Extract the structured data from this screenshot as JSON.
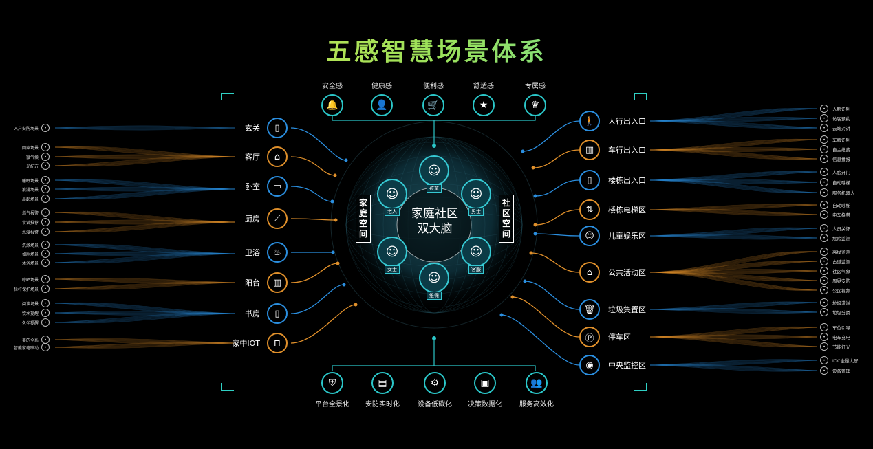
{
  "title": "五感智慧场景体系",
  "top_senses": [
    {
      "label": "安全感",
      "icon": "bell-icon",
      "glyph": "🔔"
    },
    {
      "label": "健康感",
      "icon": "person-icon",
      "glyph": "👤"
    },
    {
      "label": "便利感",
      "icon": "cart-icon",
      "glyph": "🛒"
    },
    {
      "label": "舒适感",
      "icon": "star-icon",
      "glyph": "★"
    },
    {
      "label": "专属感",
      "icon": "crown-icon",
      "glyph": "♛"
    }
  ],
  "bottom_pillars": [
    {
      "label": "平台全景化",
      "icon": "shield-icon",
      "glyph": "⛨"
    },
    {
      "label": "安防实时化",
      "icon": "document-icon",
      "glyph": "▤"
    },
    {
      "label": "设备低碳化",
      "icon": "gear-icon",
      "glyph": "⚙"
    },
    {
      "label": "决策数据化",
      "icon": "monitor-icon",
      "glyph": "▣"
    },
    {
      "label": "服务高效化",
      "icon": "people-icon",
      "glyph": "👥"
    }
  ],
  "center": {
    "line1": "家庭社区",
    "line2": "双大脑",
    "left_label": "家庭空间",
    "right_label": "社区空间"
  },
  "personas": [
    {
      "label": "孩童",
      "glyph": "☺"
    },
    {
      "label": "老人",
      "glyph": "☺"
    },
    {
      "label": "男士",
      "glyph": "☺"
    },
    {
      "label": "女士",
      "glyph": "☺"
    },
    {
      "label": "客服",
      "glyph": "☺"
    },
    {
      "label": "维保",
      "glyph": "☺"
    }
  ],
  "home_rooms": [
    {
      "label": "玄关",
      "icon": "door-icon",
      "glyph": "▯",
      "color": "#2b8fe0"
    },
    {
      "label": "客厅",
      "icon": "sofa-icon",
      "glyph": "⌂",
      "color": "#e0902b"
    },
    {
      "label": "卧室",
      "icon": "bed-icon",
      "glyph": "▭",
      "color": "#2b8fe0"
    },
    {
      "label": "厨房",
      "icon": "knife-icon",
      "glyph": "⟋",
      "color": "#e0902b"
    },
    {
      "label": "卫浴",
      "icon": "shower-icon",
      "glyph": "♨",
      "color": "#2b8fe0"
    },
    {
      "label": "阳台",
      "icon": "fence-icon",
      "glyph": "▥",
      "color": "#e0902b"
    },
    {
      "label": "书房",
      "icon": "book-icon",
      "glyph": "▯",
      "color": "#2b8fe0"
    },
    {
      "label": "家中IOT",
      "icon": "robot-icon",
      "glyph": "⊓",
      "color": "#e0902b"
    }
  ],
  "community_areas": [
    {
      "label": "人行出入口",
      "icon": "walker-icon",
      "glyph": "🚶"
    },
    {
      "label": "车行出入口",
      "icon": "gate-icon",
      "glyph": "▥"
    },
    {
      "label": "楼栋出入口",
      "icon": "door-icon",
      "glyph": "▯"
    },
    {
      "label": "楼栋电梯区",
      "icon": "elevator-icon",
      "glyph": "⇅"
    },
    {
      "label": "儿童娱乐区",
      "icon": "child-icon",
      "glyph": "☺"
    },
    {
      "label": "公共活动区",
      "icon": "building-icon",
      "glyph": "⌂"
    },
    {
      "label": "垃圾集置区",
      "icon": "trash-icon",
      "glyph": "🗑"
    },
    {
      "label": "停车区",
      "icon": "parking-icon",
      "glyph": "Ⓟ"
    },
    {
      "label": "中央监控区",
      "icon": "camera-icon",
      "glyph": "◉"
    }
  ],
  "left_features": [
    {
      "label": "入户安防场景",
      "color": "#2b8fe0"
    },
    {
      "label": "回家场景",
      "color": "#e0902b"
    },
    {
      "label": "微气候",
      "color": "#e0902b"
    },
    {
      "label": "光配方",
      "color": "#e0902b"
    },
    {
      "label": "睡眠场景",
      "color": "#2b8fe0"
    },
    {
      "label": "浪漫场景",
      "color": "#2b8fe0"
    },
    {
      "label": "晨起场景",
      "color": "#2b8fe0"
    },
    {
      "label": "燃气报警",
      "color": "#e0902b"
    },
    {
      "label": "食谱推荐",
      "color": "#e0902b"
    },
    {
      "label": "水浸报警",
      "color": "#e0902b"
    },
    {
      "label": "洗漱场景",
      "color": "#2b8fe0"
    },
    {
      "label": "如厕场景",
      "color": "#2b8fe0"
    },
    {
      "label": "沐浴场景",
      "color": "#2b8fe0"
    },
    {
      "label": "晾晒场景",
      "color": "#e0902b"
    },
    {
      "label": "栏杆保护场景",
      "color": "#e0902b"
    },
    {
      "label": "阅读场景",
      "color": "#2b8fe0"
    },
    {
      "label": "饮水提醒",
      "color": "#2b8fe0"
    },
    {
      "label": "久坐提醒",
      "color": "#2b8fe0"
    },
    {
      "label": "美的全系",
      "color": "#e0902b"
    },
    {
      "label": "智能家电联动",
      "color": "#e0902b"
    }
  ],
  "right_features": [
    {
      "label": "人脸识别"
    },
    {
      "label": "访客预约"
    },
    {
      "label": "云端对讲"
    },
    {
      "label": "车牌识别"
    },
    {
      "label": "自主缴费"
    },
    {
      "label": "信息播报"
    },
    {
      "label": "人脸开门"
    },
    {
      "label": "自动呼梯"
    },
    {
      "label": "服务机器人"
    },
    {
      "label": "自动呼梯"
    },
    {
      "label": "电车梯禁"
    },
    {
      "label": "人员关怀"
    },
    {
      "label": "危险监测"
    },
    {
      "label": "高抛监测"
    },
    {
      "label": "占道监测"
    },
    {
      "label": "社区气象"
    },
    {
      "label": "周界安防"
    },
    {
      "label": "公区视频"
    },
    {
      "label": "垃圾满溢"
    },
    {
      "label": "垃圾分类"
    },
    {
      "label": "车位引导"
    },
    {
      "label": "电车充电"
    },
    {
      "label": "节能灯光"
    },
    {
      "label": "IOC全量大屏"
    },
    {
      "label": "设备管理"
    }
  ]
}
